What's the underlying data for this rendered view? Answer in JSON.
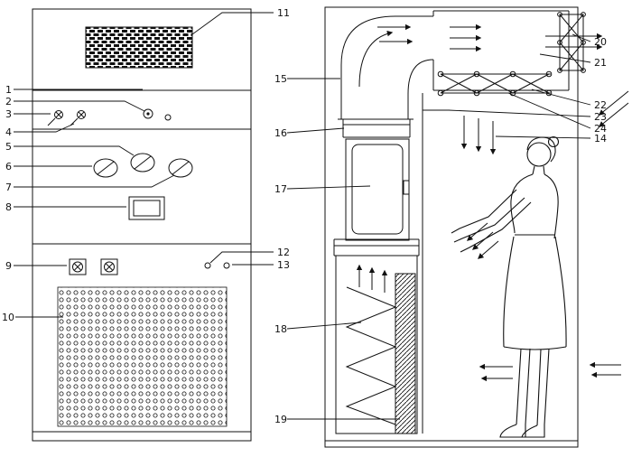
{
  "colors": {
    "ink": "#111111",
    "paper": "#ffffff"
  },
  "callouts": [
    {
      "label": "1"
    },
    {
      "label": "2"
    },
    {
      "label": "3"
    },
    {
      "label": "4"
    },
    {
      "label": "5"
    },
    {
      "label": "6"
    },
    {
      "label": "7"
    },
    {
      "label": "8"
    },
    {
      "label": "9"
    },
    {
      "label": "10"
    },
    {
      "label": "11"
    },
    {
      "label": "12"
    },
    {
      "label": "13"
    },
    {
      "label": "14"
    },
    {
      "label": "15"
    },
    {
      "label": "16"
    },
    {
      "label": "17"
    },
    {
      "label": "18"
    },
    {
      "label": "19"
    },
    {
      "label": "20"
    },
    {
      "label": "21"
    },
    {
      "label": "22"
    },
    {
      "label": "23"
    },
    {
      "label": "24"
    }
  ]
}
